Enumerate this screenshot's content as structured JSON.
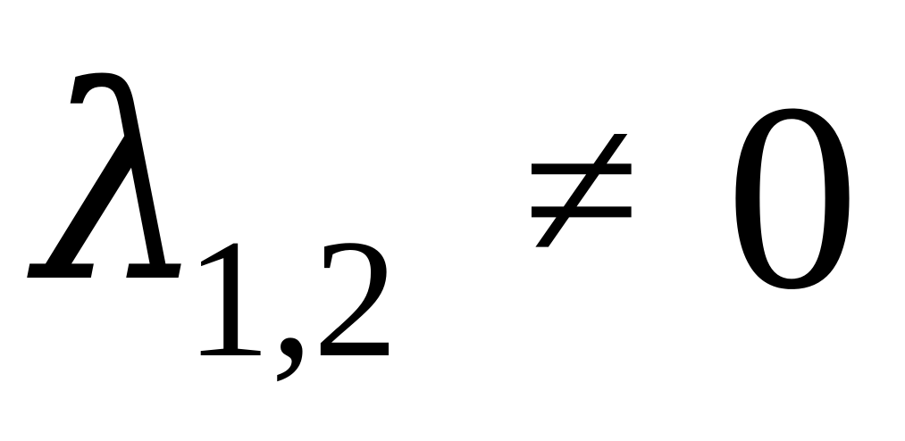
{
  "formula": {
    "variable": "λ",
    "subscript": "1,2",
    "relation": "≠",
    "value": "0"
  },
  "colors": {
    "background": "#ffffff",
    "text": "#000000"
  }
}
